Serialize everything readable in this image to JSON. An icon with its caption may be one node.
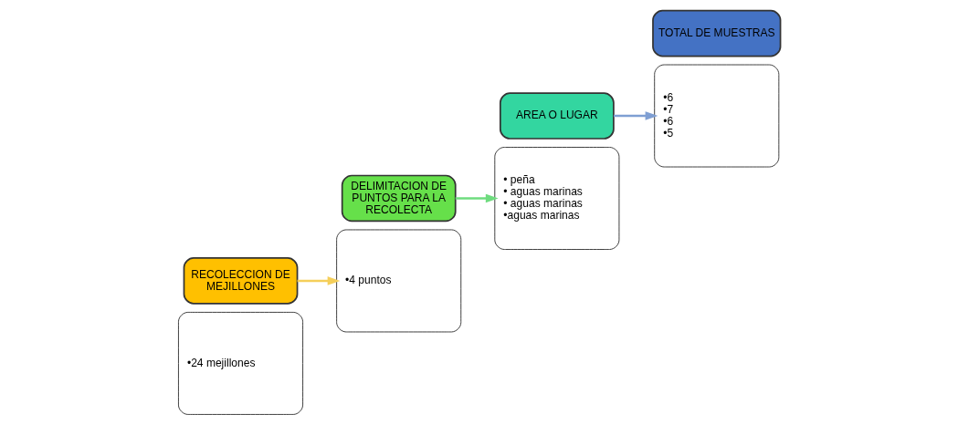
{
  "diagram": {
    "nodes": [
      {
        "text": [
          "•24 mejillones"
        ]
      },
      {
        "text": [
          "RECOLECCION DE MEJILLONES"
        ]
      },
      {
        "text": [
          "DELIMITACION DE PUNTOS PARA LA RECOLECTA"
        ]
      },
      {
        "text": [
          "•4 puntos"
        ]
      },
      {
        "text": [
          "• peña",
          "• aguas marinas",
          "• aguas marinas",
          "•aguas marinas"
        ]
      },
      {
        "text": [
          "AREA O LUGAR"
        ]
      },
      {
        "text": [
          "TOTAL DE MUESTRAS"
        ]
      },
      {
        "text": [
          "•6",
          "•7",
          "•6",
          "•5"
        ]
      }
    ],
    "edges": [
      {
        "from": 1,
        "to": 3,
        "arrow": "to",
        "color": "#f5cf5a"
      },
      {
        "from": 2,
        "to": 4,
        "arrow": "to",
        "color": "#6fdc7f"
      },
      {
        "from": 5,
        "to": 7,
        "arrow": "to",
        "color": "#7f9fd3"
      }
    ]
  }
}
